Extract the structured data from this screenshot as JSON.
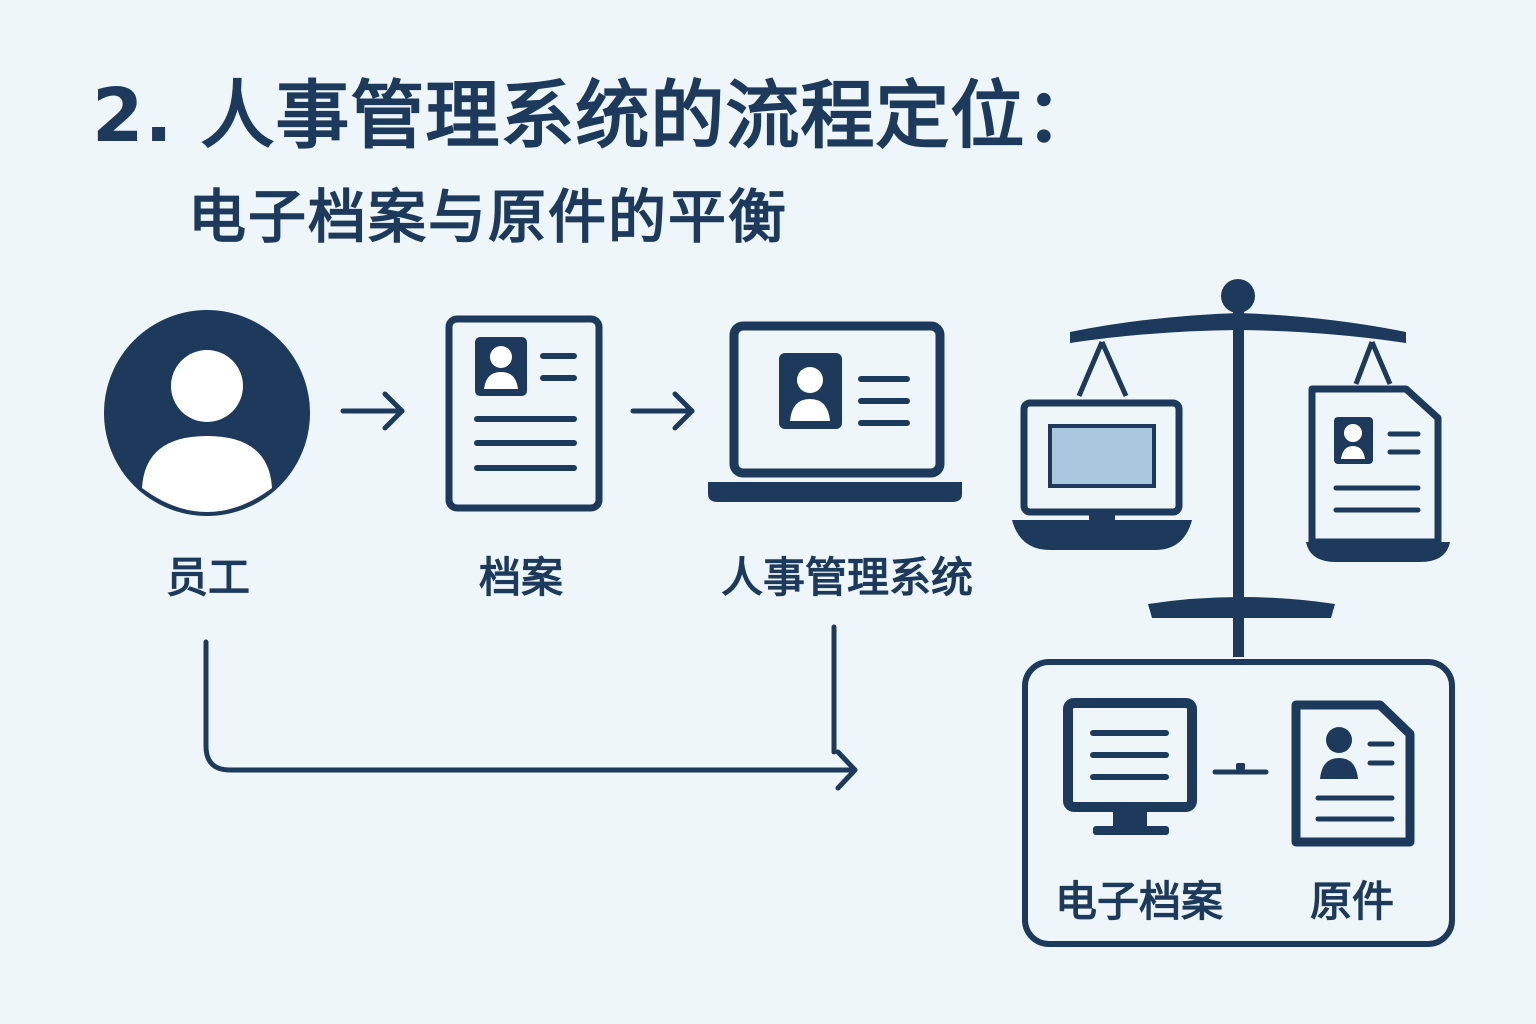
{
  "header": {
    "title": "2. 人事管理系统的流程定位：",
    "subtitle": "电子档案与原件的平衡"
  },
  "flow": {
    "employee_label": "员工",
    "archive_label": "档案",
    "system_label": "人事管理系统"
  },
  "balance": {
    "electronic_label": "电子档案",
    "original_label": "原件"
  },
  "colors": {
    "primary": "#1d3a5c",
    "screen_fill": "#a9c6df",
    "background": "#eef6fa"
  }
}
